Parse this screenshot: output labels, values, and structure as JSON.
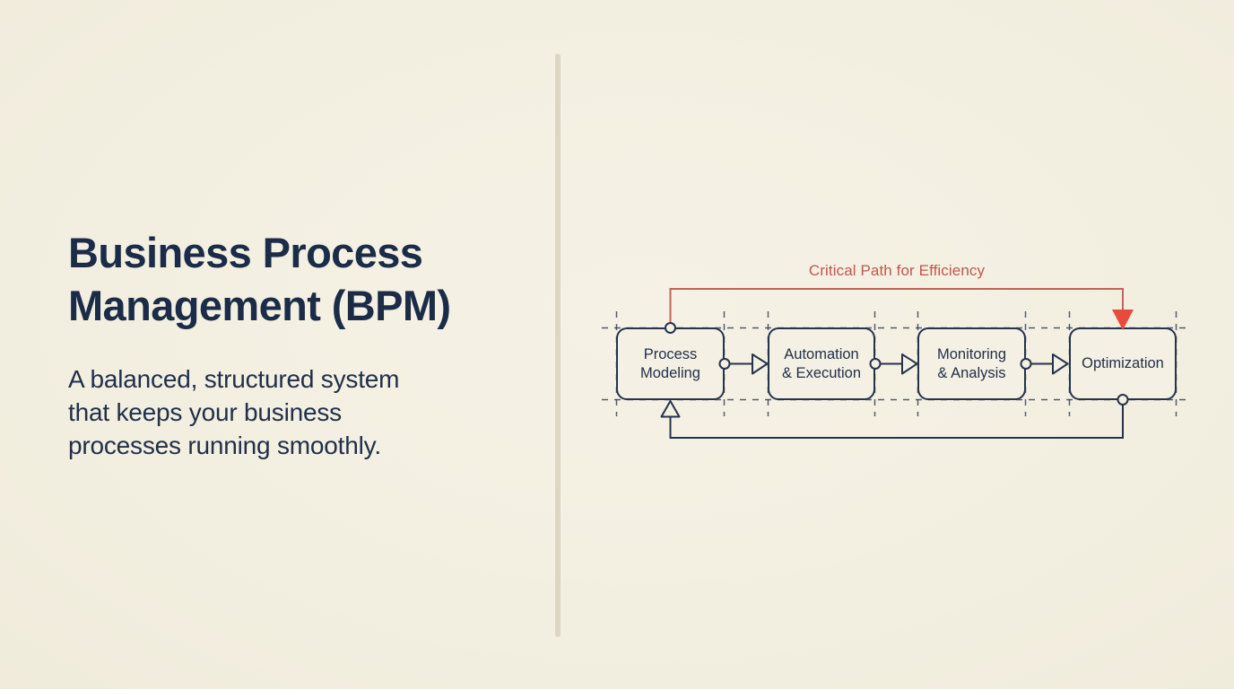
{
  "page": {
    "background_color": "#f2eedf",
    "divider_color": "#dcd6c3"
  },
  "left_panel": {
    "title": "Business Process\nManagement (BPM)",
    "title_color": "#1b2c49",
    "subtitle": "A balanced, structured system\nthat keeps your business\nprocesses running smoothly.",
    "subtitle_color": "#20304a"
  },
  "diagram": {
    "critical_path_label": "Critical Path for Efficiency",
    "critical_path_color": "#c4564c",
    "critical_arrow_fill": "#e84b3c",
    "line_color": "#25334b",
    "boxes": [
      {
        "label": "Process\nModeling"
      },
      {
        "label": "Automation\n& Execution"
      },
      {
        "label": "Monitoring\n& Analysis"
      },
      {
        "label": "Optimization"
      }
    ],
    "flow": "Process Modeling → Automation & Execution → Monitoring & Analysis → Optimization, feedback loop from Optimization back to Process Modeling"
  }
}
